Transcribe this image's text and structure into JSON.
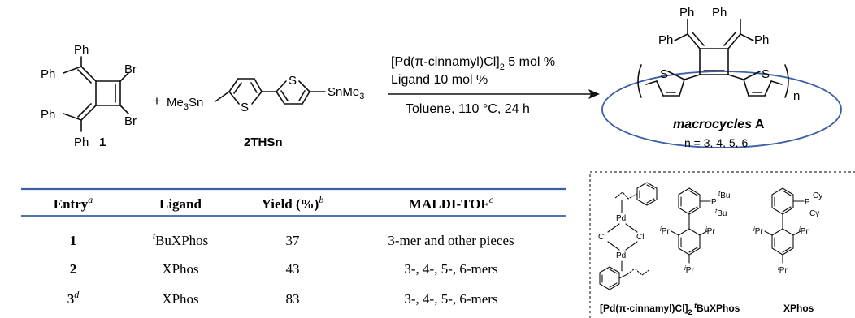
{
  "reaction": {
    "sm1": {
      "ph_top": "Ph",
      "ph_top_left": "Ph",
      "br_top": "Br",
      "br_bottom": "Br",
      "ph_bottom_left": "Ph",
      "ph_bottom": "Ph",
      "label": "1"
    },
    "plus": "+",
    "sm2": {
      "me3sn_left": "Me",
      "me3sn_left_sub": "3",
      "me3sn_left_tail": "Sn",
      "s_left": "S",
      "s_right": "S",
      "snme3_right": "SnMe",
      "snme3_right_sub": "3",
      "label": "2THSn"
    },
    "conditions": {
      "catalyst": "[Pd(π-cinnamyl)Cl]",
      "catalyst_sub": "2",
      "catalyst_amount": " 5 mol %",
      "ligand": "Ligand 10 mol %",
      "solvent": "Toluene, 110 °C, 24 h"
    },
    "product": {
      "ph1": "Ph",
      "ph2": "Ph",
      "ph3": "Ph",
      "ph4": "Ph",
      "s_left": "S",
      "s_right": "S",
      "n": "n",
      "name_italic": "macrocycles",
      "name_bold": " A",
      "n_values": "n = 3, 4, 5, 6"
    }
  },
  "table": {
    "headers": [
      {
        "text": "Entry",
        "sup": "a"
      },
      {
        "text": "Ligand",
        "sup": ""
      },
      {
        "text": "Yield (%)",
        "sup": "b"
      },
      {
        "text": "MALDI-TOF",
        "sup": "c"
      }
    ],
    "rows": [
      {
        "entry": "1",
        "entry_sup": "",
        "ligand_sup": "t",
        "ligand": "BuXPhos",
        "yield": "37",
        "maldi": "3-mer and other pieces"
      },
      {
        "entry": "2",
        "entry_sup": "",
        "ligand_sup": "",
        "ligand": "XPhos",
        "yield": "43",
        "maldi": "3-, 4-, 5-, 6-mers"
      },
      {
        "entry": "3",
        "entry_sup": "d",
        "ligand_sup": "",
        "ligand": "XPhos",
        "yield": "83",
        "maldi": "3-, 4-, 5-, 6-mers"
      }
    ],
    "rule_color": "#3d5fa6"
  },
  "ligand_box": {
    "pd_complex": {
      "pd_top": "Pd",
      "pd_bottom": "Pd",
      "cl_left": "Cl",
      "cl_right": "Cl",
      "label": "[Pd(π-cinnamyl)Cl]",
      "label_sub": "2"
    },
    "tbuxphos": {
      "p": "P",
      "tbu1_sup": "t",
      "tbu1": "Bu",
      "tbu2_sup": "t",
      "tbu2": "Bu",
      "ipr1_sup": "i",
      "ipr1": "Pr",
      "ipr2_sup": "i",
      "ipr2": "Pr",
      "ipr3_sup": "i",
      "ipr3": "Pr",
      "label_sup": "t",
      "label": "BuXPhos"
    },
    "xphos": {
      "p": "P",
      "cy1": "Cy",
      "cy2": "Cy",
      "ipr1_sup": "i",
      "ipr1": "Pr",
      "ipr2_sup": "i",
      "ipr2": "Pr",
      "ipr3_sup": "i",
      "ipr3": "Pr",
      "label": "XPhos"
    },
    "border_color": "#333333"
  },
  "colors": {
    "accent": "#3d5fa6",
    "ink": "#111111"
  }
}
